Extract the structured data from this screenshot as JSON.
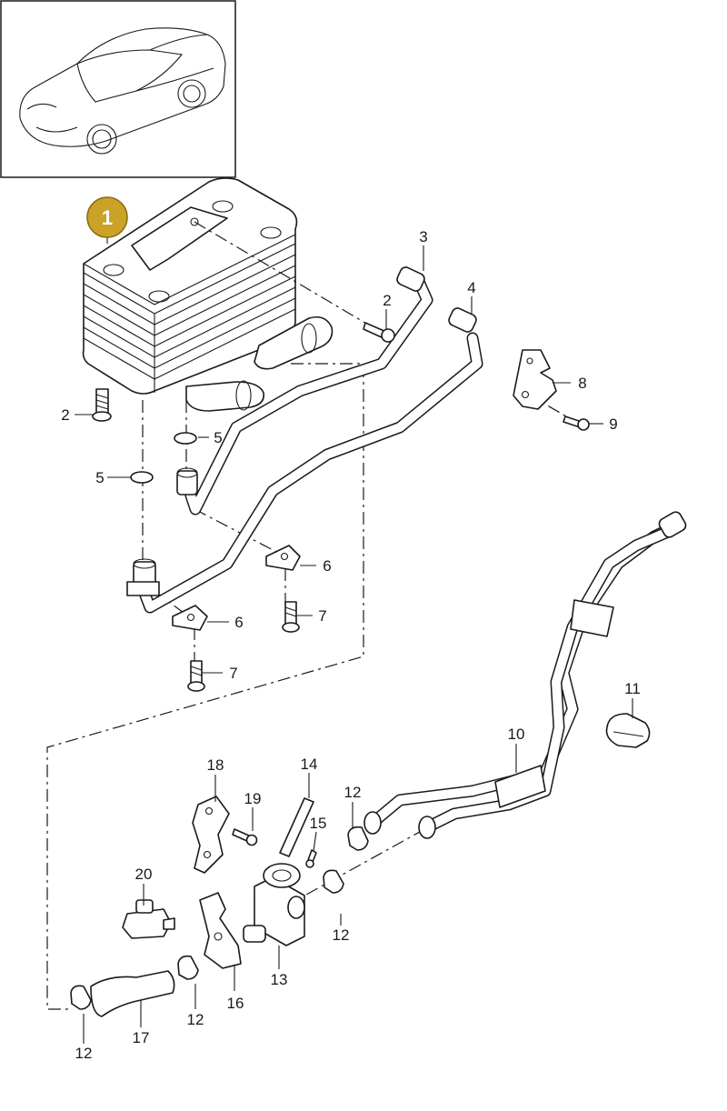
{
  "badge": {
    "label": "1",
    "color": "#c9a227"
  },
  "thumbnail": {
    "icon": "car-outline-icon"
  },
  "callouts": {
    "c2a": "2",
    "c2b": "2",
    "c3": "3",
    "c4": "4",
    "c5a": "5",
    "c5b": "5",
    "c6a": "6",
    "c6b": "6",
    "c7a": "7",
    "c7b": "7",
    "c8": "8",
    "c9": "9",
    "c10": "10",
    "c11": "11",
    "c12a": "12",
    "c12b": "12",
    "c12c": "12",
    "c12d": "12",
    "c13": "13",
    "c14": "14",
    "c15": "15",
    "c16": "16",
    "c17": "17",
    "c18": "18",
    "c19": "19",
    "c20": "20"
  },
  "colors": {
    "line": "#1a1a1a",
    "background": "#ffffff"
  }
}
